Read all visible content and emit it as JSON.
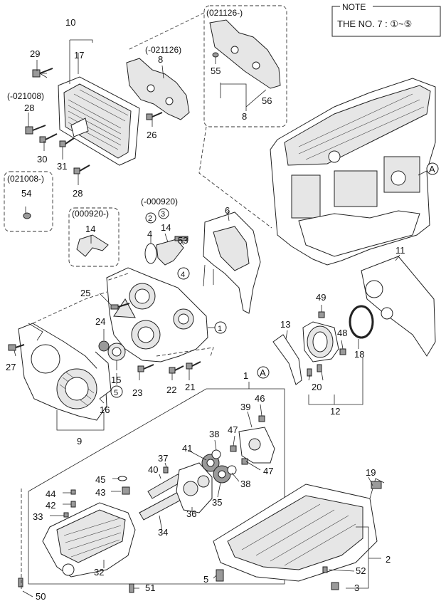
{
  "note": {
    "title": "NOTE",
    "text": "THE NO. 7 : ①~⑤"
  },
  "date_codes": {
    "valve_cover_gasket_new": "(021126-)",
    "valve_cover_gasket_old": "(-021126)",
    "bolt_old": "(-021008)",
    "bolt_new": "(021008-)",
    "fitting_new": "(000920-)",
    "fitting_old": "(-000920)"
  },
  "reference_marks": {
    "engine_block_ref": "A",
    "seal_ref": "A"
  },
  "callouts": {
    "c1": "1",
    "c2": "2",
    "c3": "3",
    "c5": "5",
    "c6": "6",
    "c8a": "8",
    "c8b": "8",
    "c9": "9",
    "c10": "10",
    "c11": "11",
    "c12": "12",
    "c13": "13",
    "c14a": "14",
    "c14b": "14",
    "c15": "15",
    "c16": "16",
    "c17": "17",
    "c18": "18",
    "c19": "19",
    "c20": "20",
    "c21": "21",
    "c22": "22",
    "c23": "23",
    "c24": "24",
    "c25": "25",
    "c26": "26",
    "c27": "27",
    "c28a": "28",
    "c28b": "28",
    "c29": "29",
    "c30": "30",
    "c31": "31",
    "c32": "32",
    "c33": "33",
    "c34": "34",
    "c35": "35",
    "c36": "36",
    "c37": "37",
    "c38a": "38",
    "c38b": "38",
    "c39": "39",
    "c40": "40",
    "c41": "41",
    "c42": "42",
    "c43": "43",
    "c44": "44",
    "c45": "45",
    "c46": "46",
    "c47a": "47",
    "c47b": "47",
    "c48": "48",
    "c49": "49",
    "c50": "50",
    "c51": "51",
    "c52": "52",
    "c53": "53",
    "c54": "54",
    "c55": "55",
    "c56": "56",
    "c4": "4"
  },
  "circled_callouts": {
    "circ1": "1",
    "circ2": "2",
    "circ3": "3",
    "circ4": "4",
    "circ5": "5"
  }
}
